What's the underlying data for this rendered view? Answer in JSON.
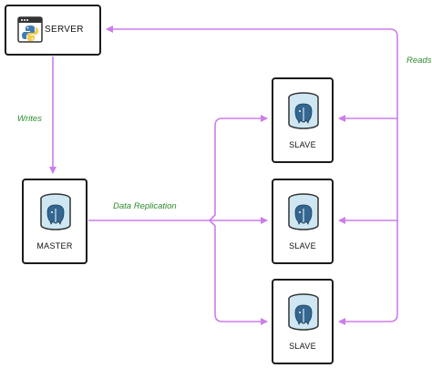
{
  "nodes": {
    "server": {
      "label": "SERVER",
      "icon": "python-app-window-icon"
    },
    "master": {
      "label": "MASTER",
      "icon": "postgresql-database-icon"
    },
    "slaves": [
      {
        "label": "SLAVE",
        "icon": "postgresql-database-icon"
      },
      {
        "label": "SLAVE",
        "icon": "postgresql-database-icon"
      },
      {
        "label": "SLAVE",
        "icon": "postgresql-database-icon"
      }
    ]
  },
  "edges": {
    "writes": "Writes",
    "replication": "Data Replication",
    "reads": "Reads"
  },
  "colors": {
    "arrow": "#cc7dea",
    "label": "#2e8b2e",
    "border": "#1b1b1b",
    "db_fill": "#cfe7f2",
    "db_stroke": "#333333"
  }
}
